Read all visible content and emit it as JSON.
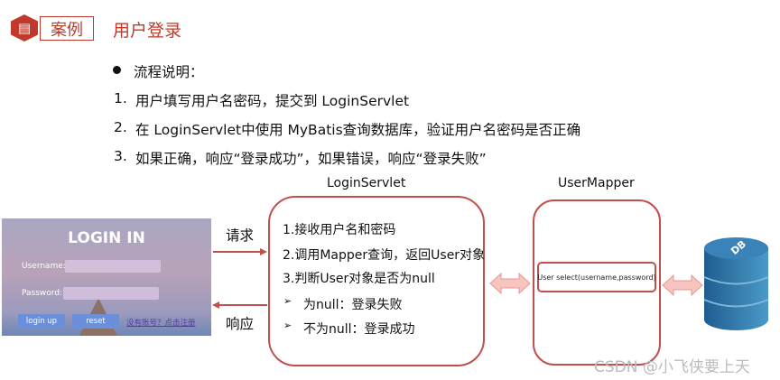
{
  "header": {
    "badge": "案例",
    "title": "用户登录"
  },
  "flow": {
    "heading": "流程说明：",
    "steps": [
      {
        "num": "1.",
        "text": "用户填写用户名密码，提交到 LoginServlet"
      },
      {
        "num": "2.",
        "text": "在 LoginServlet中使用 MyBatis查询数据库，验证用户名密码是否正确"
      },
      {
        "num": "3.",
        "text": "如果正确，响应“登录成功”，如果错误，响应“登录失败”"
      }
    ]
  },
  "login_form": {
    "title": "LOGIN IN",
    "username_label": "Username:",
    "password_label": "Password:",
    "username_value": "",
    "password_value": "",
    "login_button": "login up",
    "reset_button": "reset",
    "register_link": "没有账号？点击注册"
  },
  "arrows": {
    "request": "请求",
    "response": "响应"
  },
  "servlet": {
    "title": "LoginServlet",
    "lines": [
      "1.接收用户名和密码",
      "2.调用Mapper查询，返回User对象",
      "3.判断User对象是否为null"
    ],
    "bullets": [
      "为null：登录失败",
      "不为null：登录成功"
    ]
  },
  "mapper": {
    "title": "UserMapper",
    "method": "User select(username,password)"
  },
  "db": {
    "label": "DB"
  },
  "watermark": "CSDN @小飞侠要上天",
  "colors": {
    "accent": "#c0392b",
    "box_border": "#c0504d",
    "db": "#2e6fa0"
  }
}
